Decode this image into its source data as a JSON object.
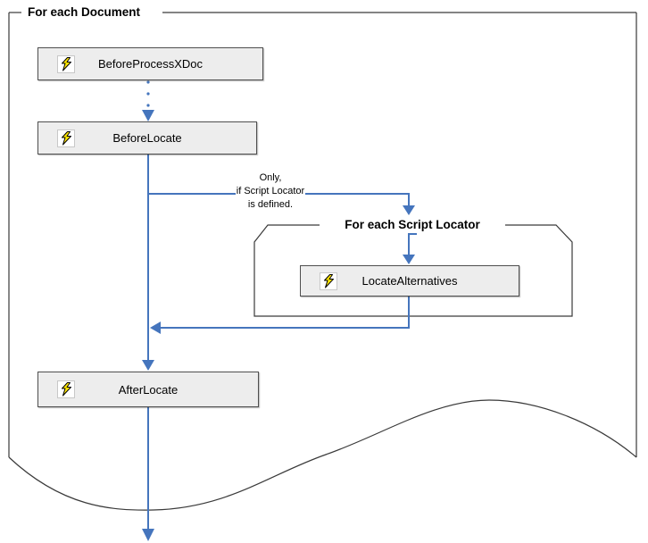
{
  "diagram": {
    "outer_frame": {
      "label": "For each Document"
    },
    "script_locator_frame": {
      "label": "For each Script Locator"
    },
    "nodes": [
      {
        "label": "BeforeProcessXDoc"
      },
      {
        "label": "BeforeLocate"
      },
      {
        "label": "LocateAlternatives"
      },
      {
        "label": "AfterLocate"
      }
    ],
    "annotation": {
      "lines": [
        "Only,",
        "if Script Locator",
        "is defined."
      ]
    },
    "colors": {
      "connector_blue": "#4575BD",
      "node_fill": "#EDEDED",
      "node_border": "#4E4E4E",
      "frame_line": "#3A3A3A",
      "bolt_yellow": "#FFE600",
      "bolt_outline": "#000000"
    },
    "icons": {
      "node_icon": "lightning-bolt-icon"
    }
  }
}
